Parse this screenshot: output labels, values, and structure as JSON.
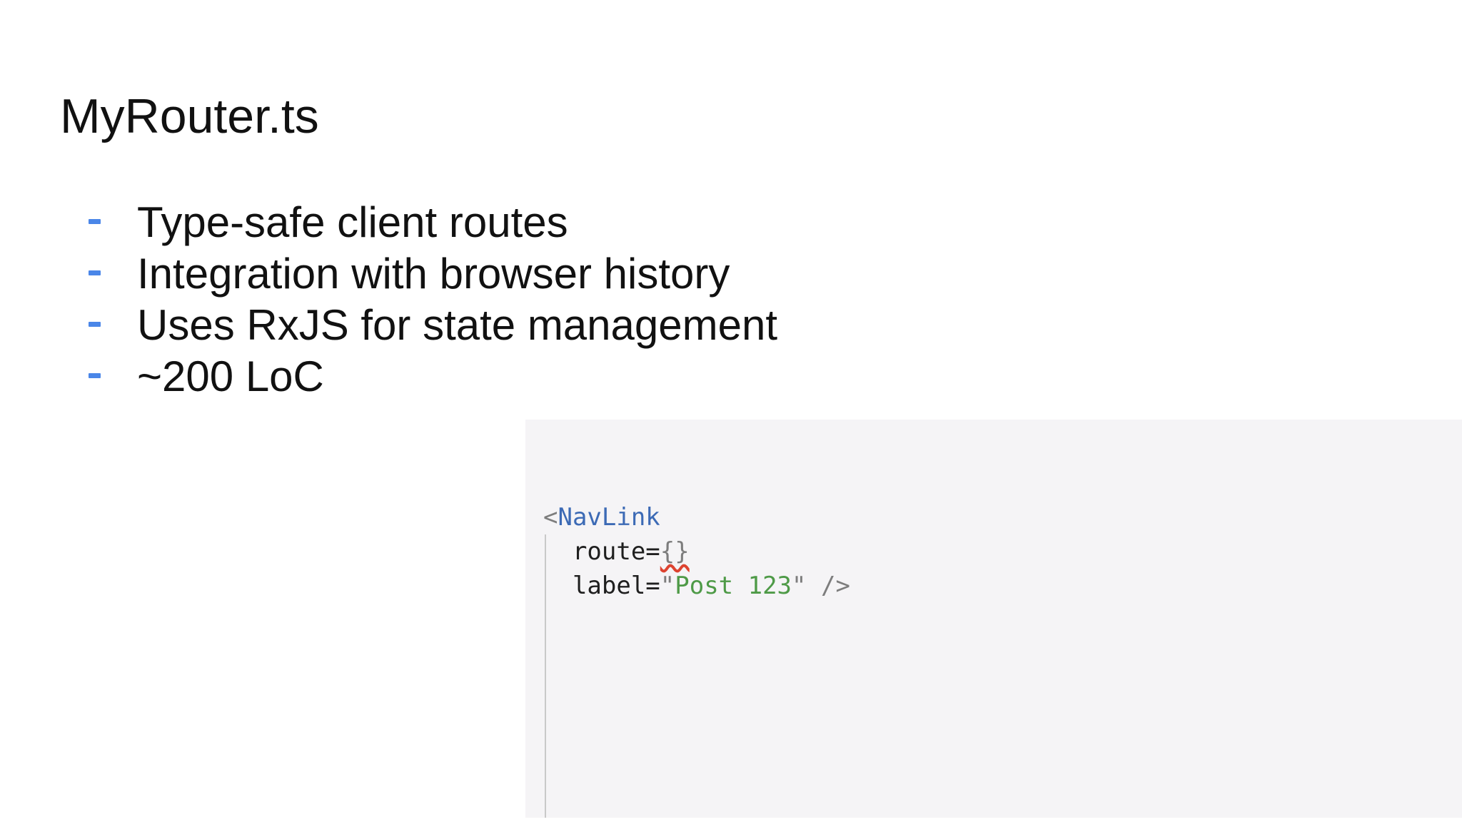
{
  "slide": {
    "title": "MyRouter.ts",
    "bullets": [
      "Type-safe client routes",
      "Integration with browser history",
      "Uses RxJS for state management",
      "~200 LoC"
    ]
  },
  "code_panel": {
    "language": "tsx",
    "lines": [
      [
        {
          "t": "<",
          "c": "punct"
        },
        {
          "t": "NavLink",
          "c": "tag"
        }
      ],
      [
        {
          "t": "  route=",
          "c": "plain"
        },
        {
          "t": "{}",
          "c": "punct err"
        }
      ],
      [
        {
          "t": "  label=",
          "c": "plain"
        },
        {
          "t": "\"",
          "c": "punct"
        },
        {
          "t": "Post 123",
          "c": "string"
        },
        {
          "t": "\"",
          "c": "punct"
        },
        {
          "t": " ",
          "c": "plain"
        },
        {
          "t": "/>",
          "c": "punct"
        }
      ]
    ]
  },
  "colors": {
    "text": "#111111",
    "accent_blue": "#4a86e8",
    "panel_bg": "#f5f4f6",
    "indent_guide": "#c9c9c9",
    "code_plain": "#1f1f1f",
    "code_tag": "#3c6ab5",
    "code_punct": "#7d7d7d",
    "code_string": "#4e9a47",
    "code_error": "#dd4330"
  }
}
